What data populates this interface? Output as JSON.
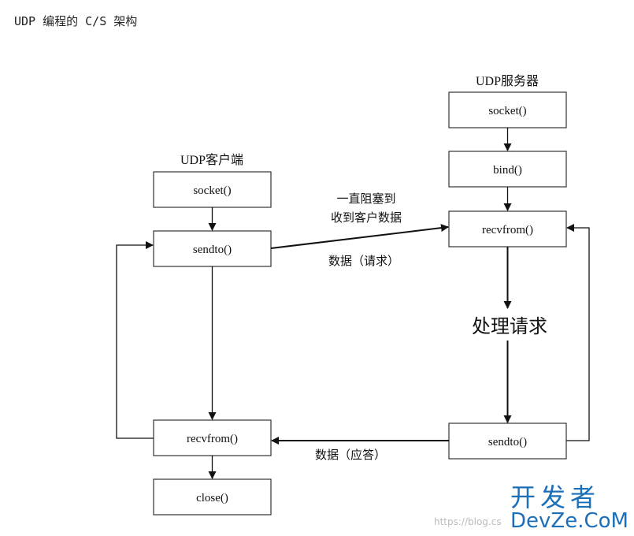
{
  "heading": "UDP 编程的 C/S 架构",
  "client": {
    "title": "UDP客户端",
    "socket": "socket()",
    "sendto": "sendto()",
    "recvfrom": "recvfrom()",
    "close": "close()"
  },
  "server": {
    "title": "UDP服务器",
    "socket": "socket()",
    "bind": "bind()",
    "recvfrom": "recvfrom()",
    "sendto": "sendto()"
  },
  "labels": {
    "block_line1": "一直阻塞到",
    "block_line2": "收到客户数据",
    "request": "数据（请求）",
    "process": "处理请求",
    "response": "数据（应答）"
  },
  "watermark": {
    "cn": "开发者",
    "en": "DevZe.CoM",
    "url": "https://blog.cs"
  }
}
